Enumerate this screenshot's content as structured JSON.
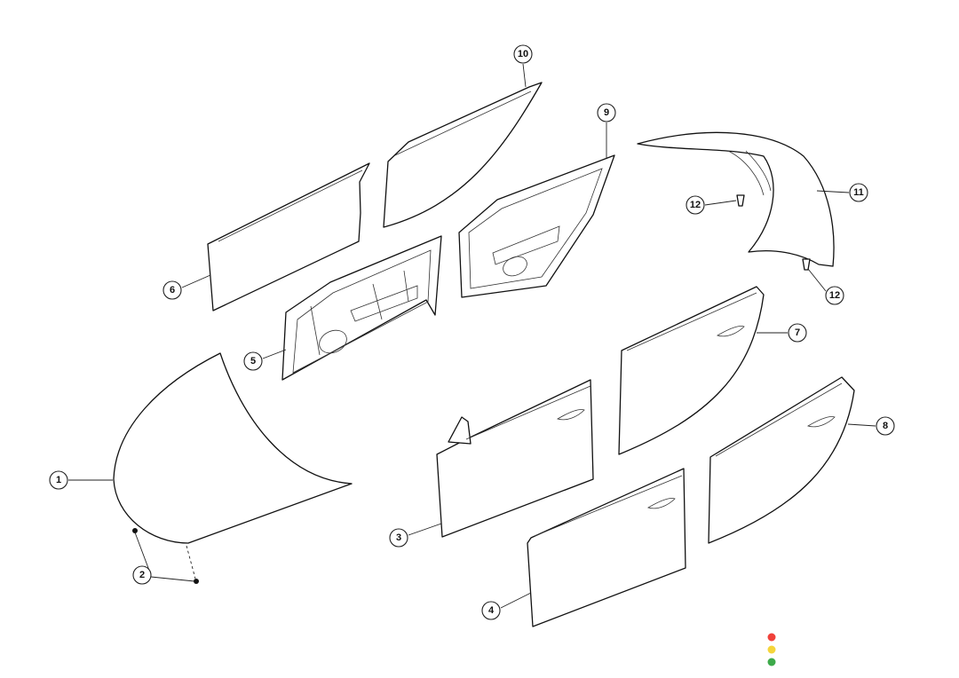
{
  "diagram": {
    "callouts": [
      {
        "label": "1",
        "part": "hood"
      },
      {
        "label": "2",
        "part": "hood-bumper-stops"
      },
      {
        "label": "3",
        "part": "front-door-outer-panel-upper"
      },
      {
        "label": "4",
        "part": "front-door-outer-panel-lower"
      },
      {
        "label": "5",
        "part": "front-door-inner-frame"
      },
      {
        "label": "6",
        "part": "front-door-glass"
      },
      {
        "label": "7",
        "part": "rear-door-outer-panel-upper"
      },
      {
        "label": "8",
        "part": "rear-door-outer-panel-lower"
      },
      {
        "label": "9",
        "part": "rear-door-inner-frame"
      },
      {
        "label": "10",
        "part": "rear-door-glass"
      },
      {
        "label": "11",
        "part": "front-fender"
      },
      {
        "label": "12",
        "part": "fender-clip"
      }
    ]
  },
  "indicator_colors": [
    "#f0413a",
    "#f5d53b",
    "#3daa4a"
  ]
}
